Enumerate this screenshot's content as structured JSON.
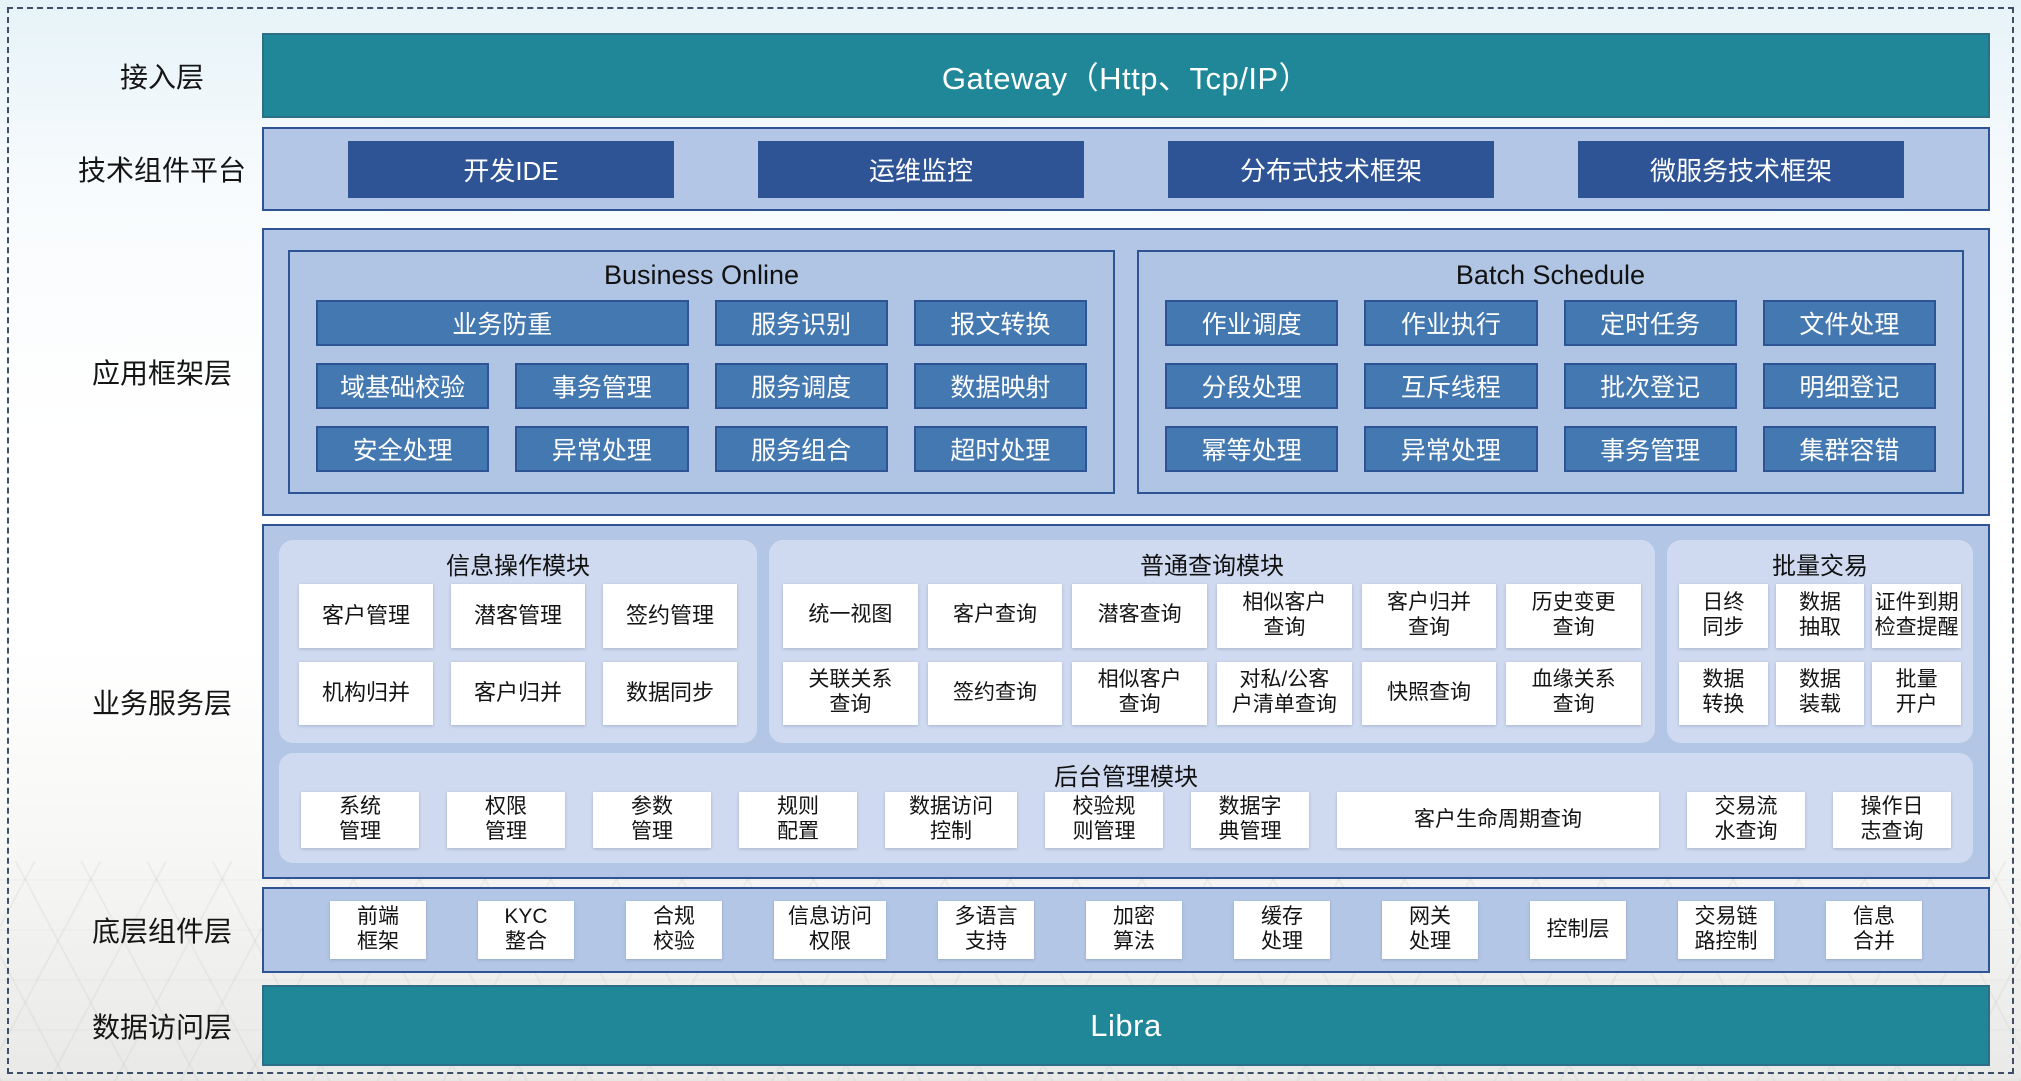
{
  "colors": {
    "teal": "#1f8798",
    "navy": "#2e5496",
    "steel_blue": "#4478b1",
    "layer_blue": "#b3c6e6",
    "soft_panel_blue": "#cfdaf0"
  },
  "layers": {
    "access": {
      "label": "接入层",
      "gateway": "Gateway（Http、Tcp/IP）"
    },
    "tech_platform": {
      "label": "技术组件平台",
      "items": [
        "开发IDE",
        "运维监控",
        "分布式技术框架",
        "微服务技术框架"
      ]
    },
    "app_framework": {
      "label": "应用框架层",
      "business_online": {
        "title": "Business Online",
        "cells": [
          "业务防重",
          "服务识别",
          "报文转换",
          "域基础校验",
          "事务管理",
          "服务调度",
          "数据映射",
          "安全处理",
          "异常处理",
          "服务组合",
          "超时处理"
        ]
      },
      "batch_schedule": {
        "title": "Batch Schedule",
        "cells": [
          "作业调度",
          "作业执行",
          "定时任务",
          "文件处理",
          "分段处理",
          "互斥线程",
          "批次登记",
          "明细登记",
          "幂等处理",
          "异常处理",
          "事务管理",
          "集群容错"
        ]
      }
    },
    "business_service": {
      "label": "业务服务层",
      "info_module": {
        "title": "信息操作模块",
        "cards": [
          "客户管理",
          "潜客管理",
          "签约管理",
          "机构归并",
          "客户归并",
          "数据同步"
        ]
      },
      "query_module": {
        "title": "普通查询模块",
        "cards": [
          "统一视图",
          "客户查询",
          "潜客查询",
          "相似客户\n查询",
          "客户归并\n查询",
          "历史变更\n查询",
          "关联关系\n查询",
          "签约查询",
          "相似客户\n查询",
          "对私/公客\n户清单查询",
          "快照查询",
          "血缘关系\n查询"
        ]
      },
      "batch_module": {
        "title": "批量交易",
        "cards": [
          "日终\n同步",
          "数据\n抽取",
          "证件到期\n检查提醒",
          "数据\n转换",
          "数据\n装载",
          "批量\n开户"
        ]
      },
      "admin_module": {
        "title": "后台管理模块",
        "cards": [
          "系统\n管理",
          "权限\n管理",
          "参数\n管理",
          "规则\n配置",
          "数据访问\n控制",
          "校验规\n则管理",
          "数据字\n典管理",
          "客户生命周期查询",
          "交易流\n水查询",
          "操作日\n志查询"
        ]
      }
    },
    "base_components": {
      "label": "底层组件层",
      "cards": [
        "前端\n框架",
        "KYC\n整合",
        "合规\n校验",
        "信息访问\n权限",
        "多语言\n支持",
        "加密\n算法",
        "缓存\n处理",
        "网关\n处理",
        "控制层",
        "交易链\n路控制",
        "信息\n合并"
      ]
    },
    "data_access": {
      "label": "数据访问层",
      "bar": "Libra"
    }
  }
}
